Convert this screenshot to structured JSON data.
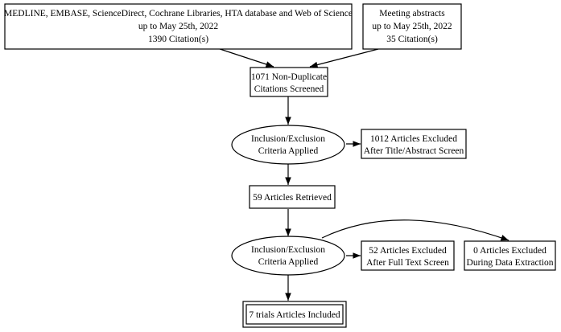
{
  "nodes": {
    "databases": {
      "lines": [
        "MEDLINE, EMBASE, ScienceDirect, Cochrane Libraries, HTA database and Web of Science",
        "up to May 25th, 2022",
        "1390 Citation(s)"
      ]
    },
    "abstracts": {
      "lines": [
        "Meeting abstracts",
        "up to May 25th, 2022",
        "35 Citation(s)"
      ]
    },
    "screened": {
      "lines": [
        "1071 Non-Duplicate",
        "Citations Screened"
      ]
    },
    "criteria1": {
      "lines": [
        "Inclusion/Exclusion",
        "Criteria Applied"
      ]
    },
    "excluded_title": {
      "lines": [
        "1012 Articles Excluded",
        "After Title/Abstract Screen"
      ]
    },
    "retrieved": {
      "lines": [
        "59 Articles Retrieved"
      ]
    },
    "criteria2": {
      "lines": [
        "Inclusion/Exclusion",
        "Criteria Applied"
      ]
    },
    "excluded_fulltext": {
      "lines": [
        "52 Articles Excluded",
        "After Full Text Screen"
      ]
    },
    "excluded_extraction": {
      "lines": [
        "0 Articles Excluded",
        "During Data Extraction"
      ]
    },
    "included": {
      "lines": [
        "7 trials Articles Included"
      ]
    }
  }
}
